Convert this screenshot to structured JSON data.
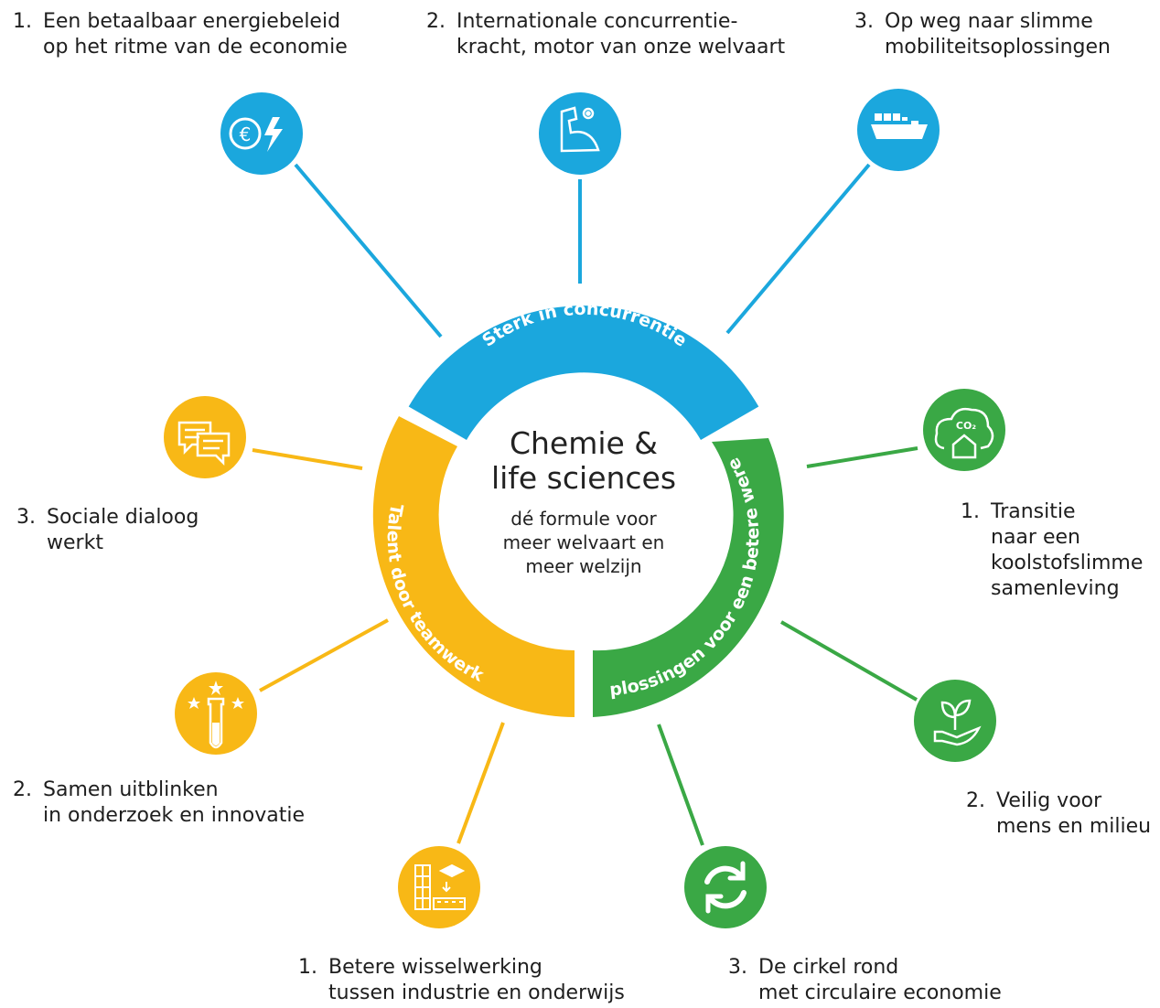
{
  "center": {
    "title_line1": "Chemie &",
    "title_line2": "life sciences",
    "subtitle_line1": "dé formule voor",
    "subtitle_line2": "meer welvaart en",
    "subtitle_line3": "meer welzijn"
  },
  "pillars": [
    {
      "label": "Sterk in concurrentie",
      "color": "#1ba7dd"
    },
    {
      "label": "Oplossingen voor een betere wereld",
      "color": "#3aa845"
    },
    {
      "label": "Talent door teamwerk",
      "color": "#f8b816"
    }
  ],
  "items": {
    "energy": {
      "num": "1.",
      "line1": "Een betaalbaar energiebeleid",
      "line2": "op het ritme van de economie",
      "icon": "euro-lightning-icon"
    },
    "competitiveness": {
      "num": "2.",
      "line1": "Internationale concurrentie-",
      "line2": "kracht, motor van onze welvaart",
      "icon": "strong-arm-gear-icon"
    },
    "mobility": {
      "num": "3.",
      "line1": "Op weg naar slimme",
      "line2": "mobiliteitsoplossingen",
      "icon": "cargo-ship-icon"
    },
    "transition": {
      "num": "1.",
      "line1": "Transitie",
      "line2": "naar een",
      "line3": "koolstofslimme",
      "line4": "samenleving",
      "icon": "co2-house-icon"
    },
    "safety": {
      "num": "2.",
      "line1": "Veilig voor",
      "line2": "mens en milieu",
      "icon": "hand-plant-icon"
    },
    "circular": {
      "num": "3.",
      "line1": "De cirkel rond",
      "line2": "met circulaire economie",
      "icon": "recycle-arrows-icon"
    },
    "education": {
      "num": "1.",
      "line1": "Betere wisselwerking",
      "line2": "tussen industrie en onderwijs",
      "icon": "school-factory-icon"
    },
    "research": {
      "num": "2.",
      "line1": "Samen uitblinken",
      "line2": "in onderzoek en innovatie",
      "icon": "test-tube-stars-icon"
    },
    "dialogue": {
      "num": "3.",
      "line1": "Sociale dialoog",
      "line2": "werkt",
      "icon": "speech-bubbles-icon"
    }
  }
}
